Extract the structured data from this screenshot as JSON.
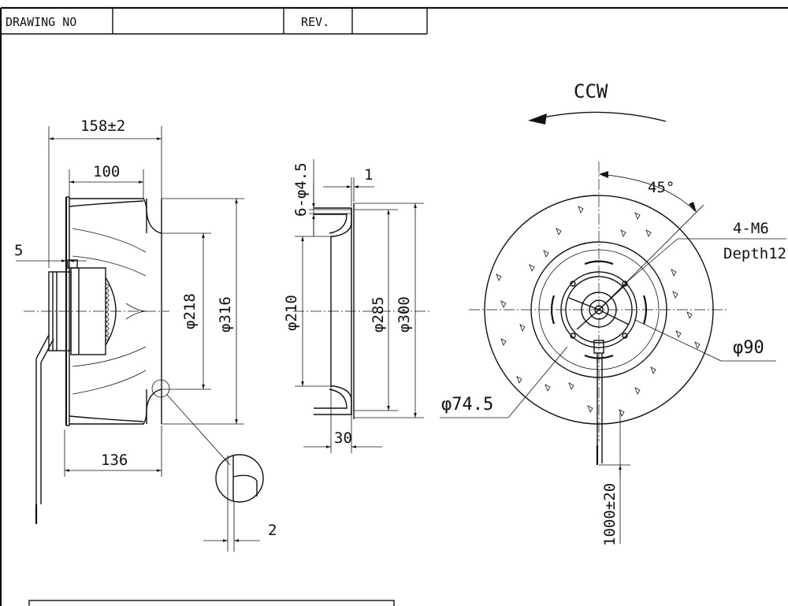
{
  "title_block": {
    "drawing_no_label": "DRAWING NO",
    "drawing_no_value": "",
    "rev_label": "REV.",
    "rev_value": ""
  },
  "side_view": {
    "overall_depth": "158±2",
    "impeller_depth": "100",
    "flange_offset": "5",
    "mount_depth": "136",
    "inner_diameter": "φ218",
    "outer_diameter": "φ316",
    "detail_gap": "2"
  },
  "inlet_ring": {
    "holes": "6-φ4.5",
    "thickness": "1",
    "inner_diameter": "φ210",
    "bolt_circle": "φ285",
    "outer_diameter": "φ300",
    "depth": "30"
  },
  "front_view": {
    "rotation": "CCW",
    "angle": "45°",
    "thread": "4-M6",
    "thread_depth": "Depth12",
    "hub_diameter": "φ90",
    "bolt_circle": "φ74.5",
    "cable_length": "1000±20"
  }
}
